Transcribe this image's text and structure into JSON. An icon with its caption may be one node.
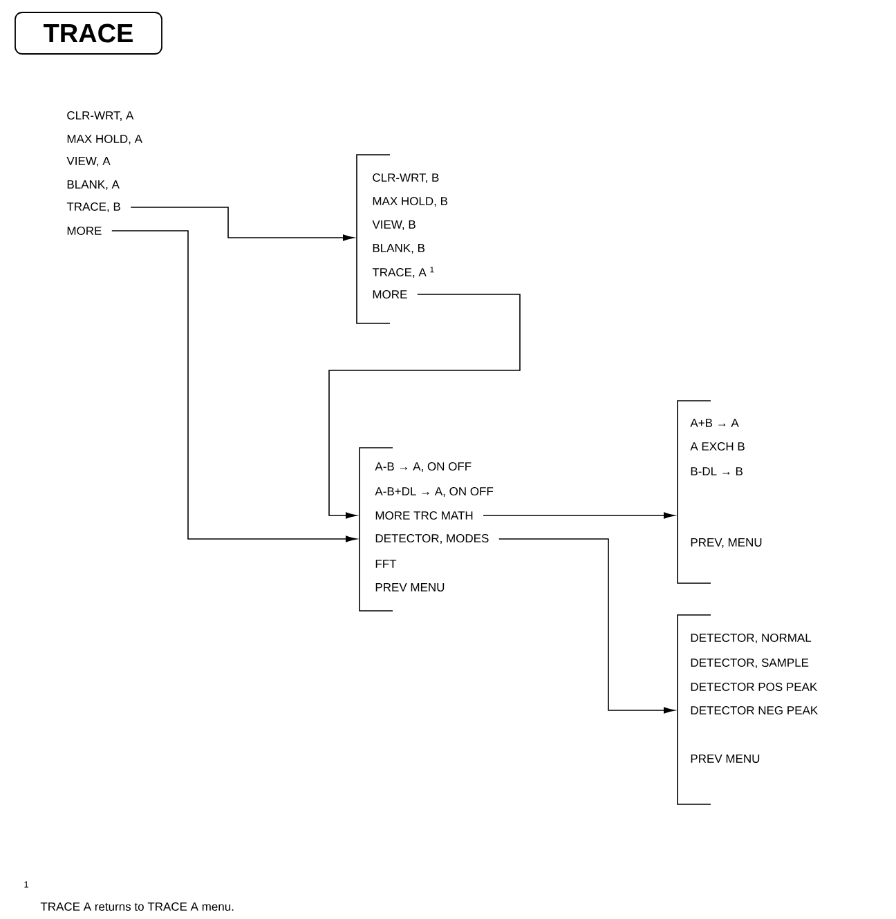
{
  "diagram": {
    "title": "TRACE",
    "nodes": [
      {
        "text": [
          "CLR-WRT, A"
        ]
      },
      {
        "text": [
          "MAX HOLD, A"
        ]
      },
      {
        "text": [
          "VIEW, A"
        ]
      },
      {
        "text": [
          "BLANK, A"
        ]
      },
      {
        "text": [
          "TRACE, B"
        ]
      },
      {
        "text": [
          "MORE"
        ]
      },
      {
        "text": [],
        "shape": "bracket"
      },
      {
        "text": [
          "CLR-WRT, B"
        ],
        "in": 6
      },
      {
        "text": [
          "MAX HOLD, B"
        ],
        "in": 6
      },
      {
        "text": [
          "VIEW, B"
        ],
        "in": 6
      },
      {
        "text": [
          "BLANK, B"
        ],
        "in": 6
      },
      {
        "text": [
          "TRACE, A $^{1}$"
        ],
        "in": 6
      },
      {
        "text": [
          "MORE"
        ],
        "in": 6
      },
      {
        "text": [],
        "shape": "bracket"
      },
      {
        "text": [
          "A-B → A, ON OFF"
        ],
        "in": 13
      },
      {
        "text": [
          "A-B+DL → A, ON OFF"
        ],
        "in": 13
      },
      {
        "text": [
          "MORE TRC MATH"
        ],
        "in": 13
      },
      {
        "text": [
          "DETECTOR, MODES"
        ],
        "in": 13
      },
      {
        "text": [
          "FFT"
        ],
        "in": 13
      },
      {
        "text": [
          "PREV MENU"
        ],
        "in": 13
      },
      {
        "text": [],
        "shape": "bracket"
      },
      {
        "text": [
          "A+B → A"
        ],
        "in": 20
      },
      {
        "text": [
          "A EXCH B"
        ],
        "in": 20
      },
      {
        "text": [
          "B-DL → B"
        ],
        "in": 20
      },
      {
        "text": [
          "PREV, MENU"
        ],
        "in": 20
      },
      {
        "text": [],
        "shape": "bracket"
      },
      {
        "text": [
          "DETECTOR, NORMAL"
        ],
        "in": 25
      },
      {
        "text": [
          "DETECTOR, SAMPLE"
        ],
        "in": 25
      },
      {
        "text": [
          "DETECTOR POS PEAK"
        ],
        "in": 25
      },
      {
        "text": [
          "DETECTOR NEG PEAK"
        ],
        "in": 25
      },
      {
        "text": [
          "PREV MENU"
        ],
        "in": 25
      }
    ],
    "edges": [
      {
        "from": 4,
        "to": 6,
        "arrow": "to"
      },
      {
        "from": 5,
        "to": 13,
        "arrow": "to"
      },
      {
        "from": 12,
        "to": 13,
        "arrow": "to"
      },
      {
        "from": 16,
        "to": 20,
        "arrow": "to"
      },
      {
        "from": 17,
        "to": 25,
        "arrow": "to"
      }
    ],
    "labels": [
      "1",
      "TRACE A returns to TRACE A menu."
    ]
  }
}
